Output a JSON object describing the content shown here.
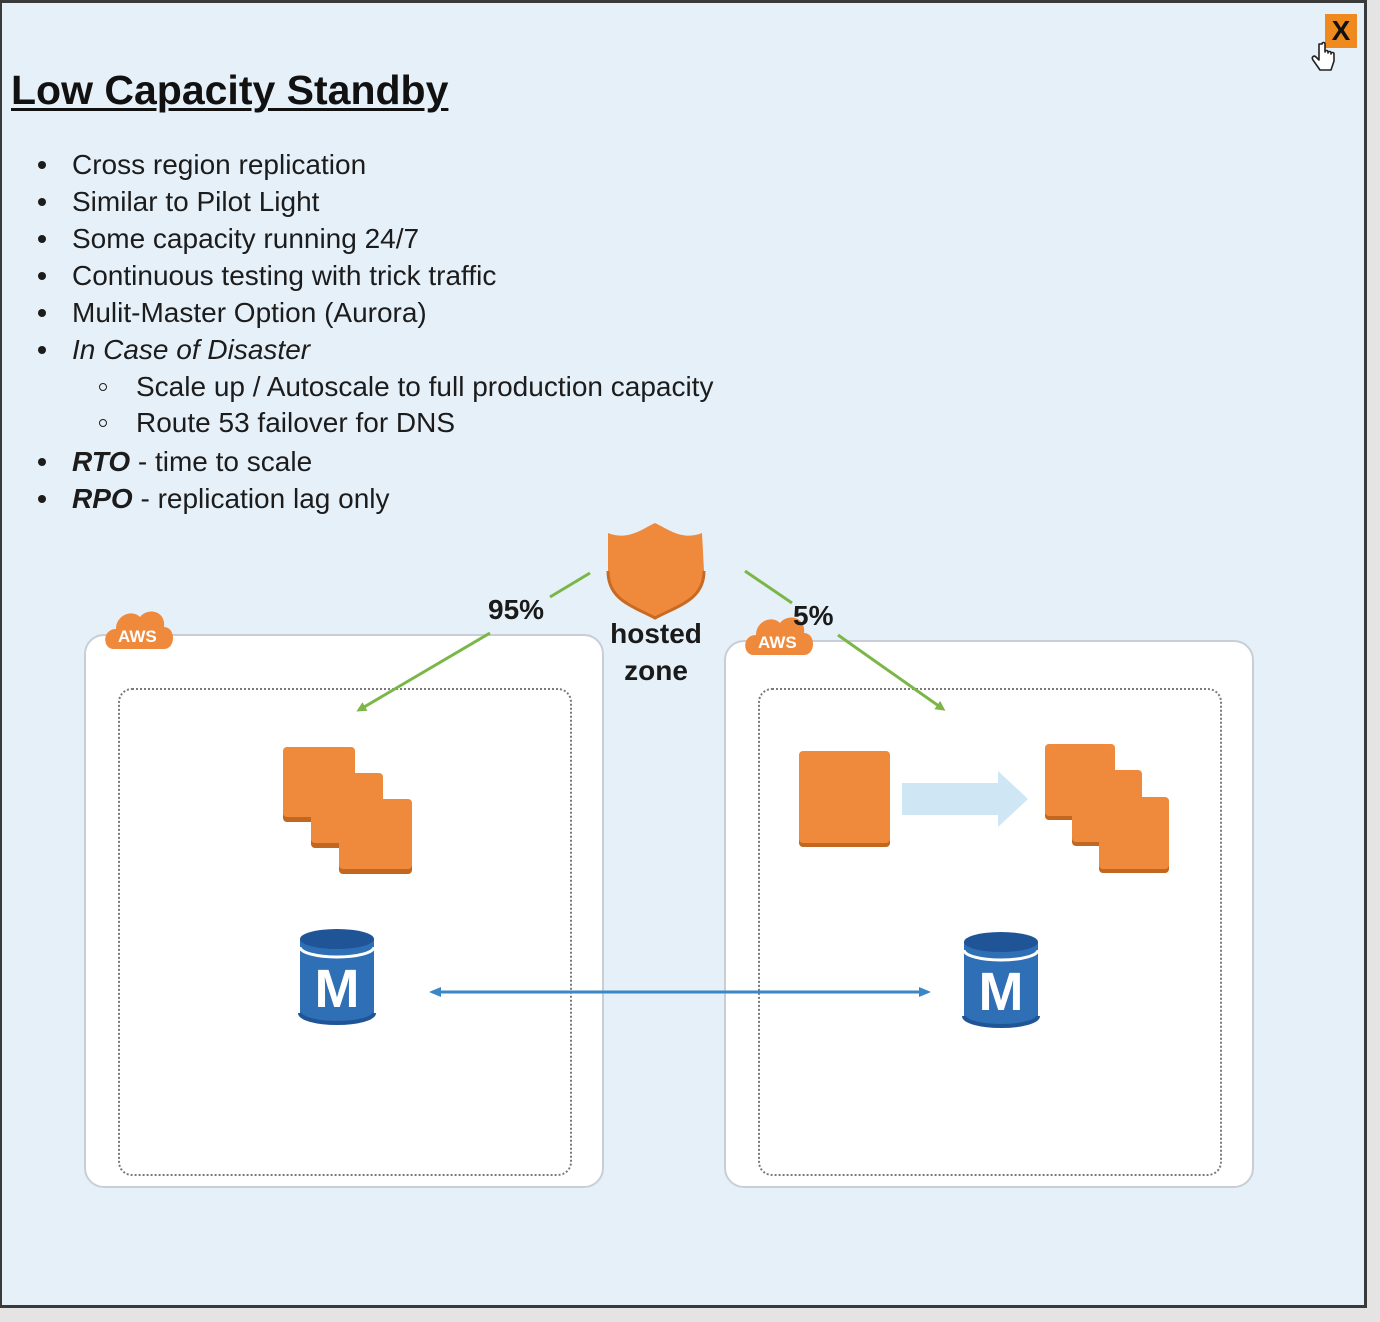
{
  "close_button": {
    "label": "X"
  },
  "slide": {
    "title": "Low Capacity Standby",
    "bullets": [
      {
        "text": "Cross region replication"
      },
      {
        "text": "Similar to Pilot Light"
      },
      {
        "text": "Some capacity running 24/7"
      },
      {
        "text": "Continuous testing with trick traffic"
      },
      {
        "text": "Mulit-Master Option (Aurora)"
      },
      {
        "text": "In Case of Disaster",
        "sub": [
          {
            "text": "Scale up / Autoscale to full production capacity"
          },
          {
            "text": "Route 53 failover for DNS"
          }
        ]
      },
      {
        "keyword": "RTO",
        "text": " - time to scale"
      },
      {
        "keyword": "RPO",
        "text": " - replication lag only"
      }
    ]
  },
  "diagram": {
    "hosted_zone": {
      "line1": "hosted",
      "line2": "zone"
    },
    "primary_region": {
      "cloud_label": "AWS",
      "traffic": "95%",
      "db_label": "M"
    },
    "standby_region": {
      "cloud_label": "AWS",
      "traffic": "5%",
      "db_label": "M"
    }
  },
  "colors": {
    "background": "#e6f0f9",
    "aws_orange": "#ef8a3c",
    "db_blue": "#2f6fb5",
    "route_green": "#7ab648",
    "replication_blue": "#3a87c8",
    "scale_arrow": "#cfe6f4"
  }
}
